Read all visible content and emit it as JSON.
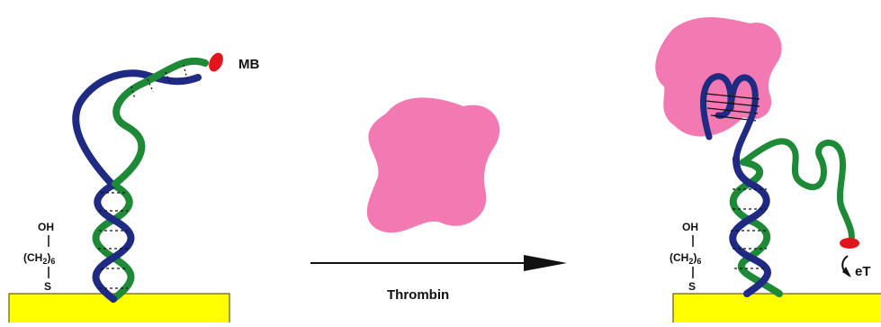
{
  "labels": {
    "mb": "MB",
    "arrow": "Thrombin",
    "et": "eT"
  },
  "linker": {
    "oh": "OH",
    "ch_left": "(CH",
    "ch_sub": "2",
    "ch_right": ")",
    "ch_repeat": "6",
    "s": "S"
  },
  "colors": {
    "gold": "#ffff00",
    "gold_stroke": "#8a7f00",
    "thrombin": "#f279b2",
    "dna_blue": "#1f2a83",
    "dna_green": "#1e8a38",
    "methylene_blue": "#e3141c"
  }
}
